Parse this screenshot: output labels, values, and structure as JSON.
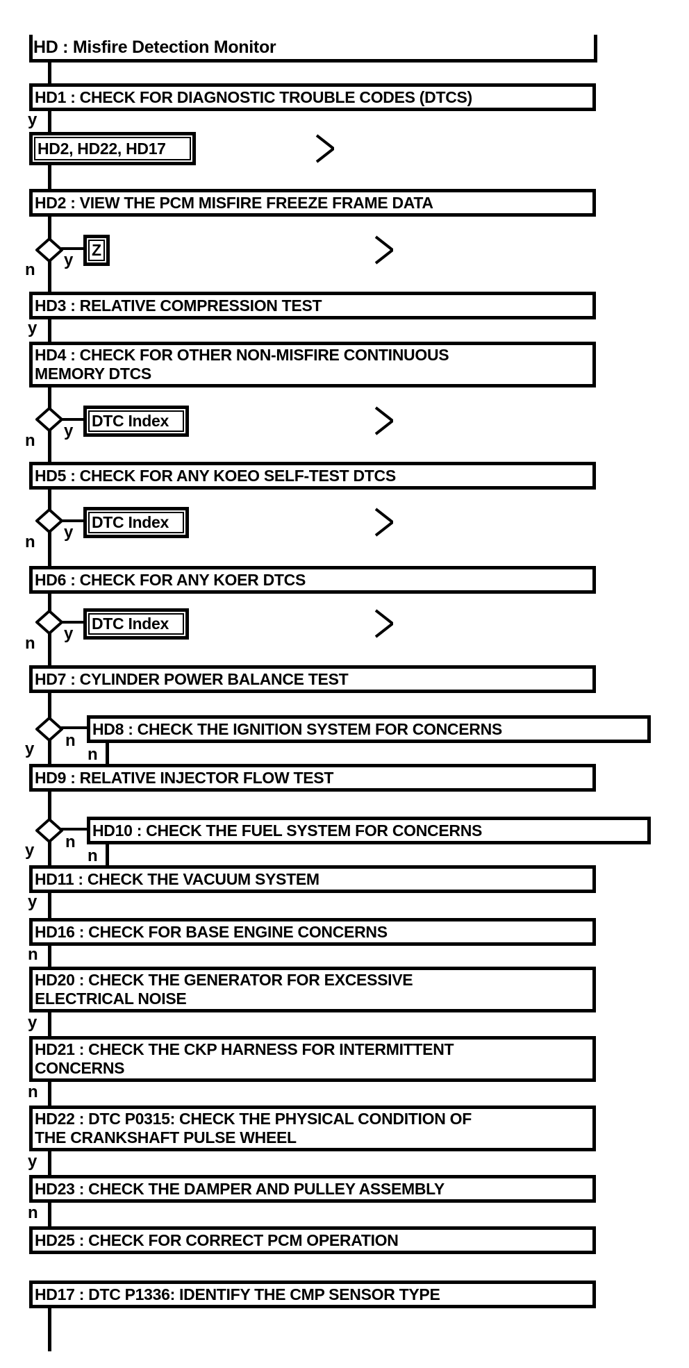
{
  "diagram": {
    "title": "HD : Misfire Detection Monitor",
    "labels": {
      "yes": "y",
      "no": "n"
    },
    "references": {
      "multi": "HD2, HD22, HD17",
      "z": "Z",
      "dtc_index": "DTC Index"
    },
    "nodes": {
      "hd1": "HD1 : CHECK FOR DIAGNOSTIC TROUBLE CODES (DTCS)",
      "hd2": "HD2 : VIEW THE PCM MISFIRE FREEZE FRAME DATA",
      "hd3": "HD3 : RELATIVE COMPRESSION TEST",
      "hd4": "HD4 : CHECK FOR OTHER NON-MISFIRE CONTINUOUS\nMEMORY DTCS",
      "hd5": "HD5 : CHECK FOR ANY KOEO SELF-TEST DTCS",
      "hd6": "HD6 : CHECK FOR ANY KOER DTCS",
      "hd7": "HD7 : CYLINDER POWER BALANCE TEST",
      "hd8": "HD8 : CHECK THE IGNITION SYSTEM FOR CONCERNS",
      "hd9": "HD9 : RELATIVE INJECTOR FLOW TEST",
      "hd10": "HD10 : CHECK THE FUEL SYSTEM FOR CONCERNS",
      "hd11": "HD11 : CHECK THE VACUUM SYSTEM",
      "hd16": "HD16 : CHECK FOR BASE ENGINE CONCERNS",
      "hd20": "HD20 : CHECK THE GENERATOR FOR EXCESSIVE\nELECTRICAL NOISE",
      "hd21": "HD21 : CHECK THE CKP HARNESS FOR INTERMITTENT\nCONCERNS",
      "hd22": "HD22 : DTC P0315: CHECK THE PHYSICAL CONDITION OF\nTHE CRANKSHAFT PULSE WHEEL",
      "hd23": "HD23 : CHECK THE DAMPER AND PULLEY ASSEMBLY",
      "hd25": "HD25 : CHECK FOR CORRECT PCM OPERATION",
      "hd17": "HD17 : DTC P1336: IDENTIFY THE CMP SENSOR TYPE"
    },
    "colors": {
      "ink": "#000000",
      "background": "#ffffff"
    }
  }
}
